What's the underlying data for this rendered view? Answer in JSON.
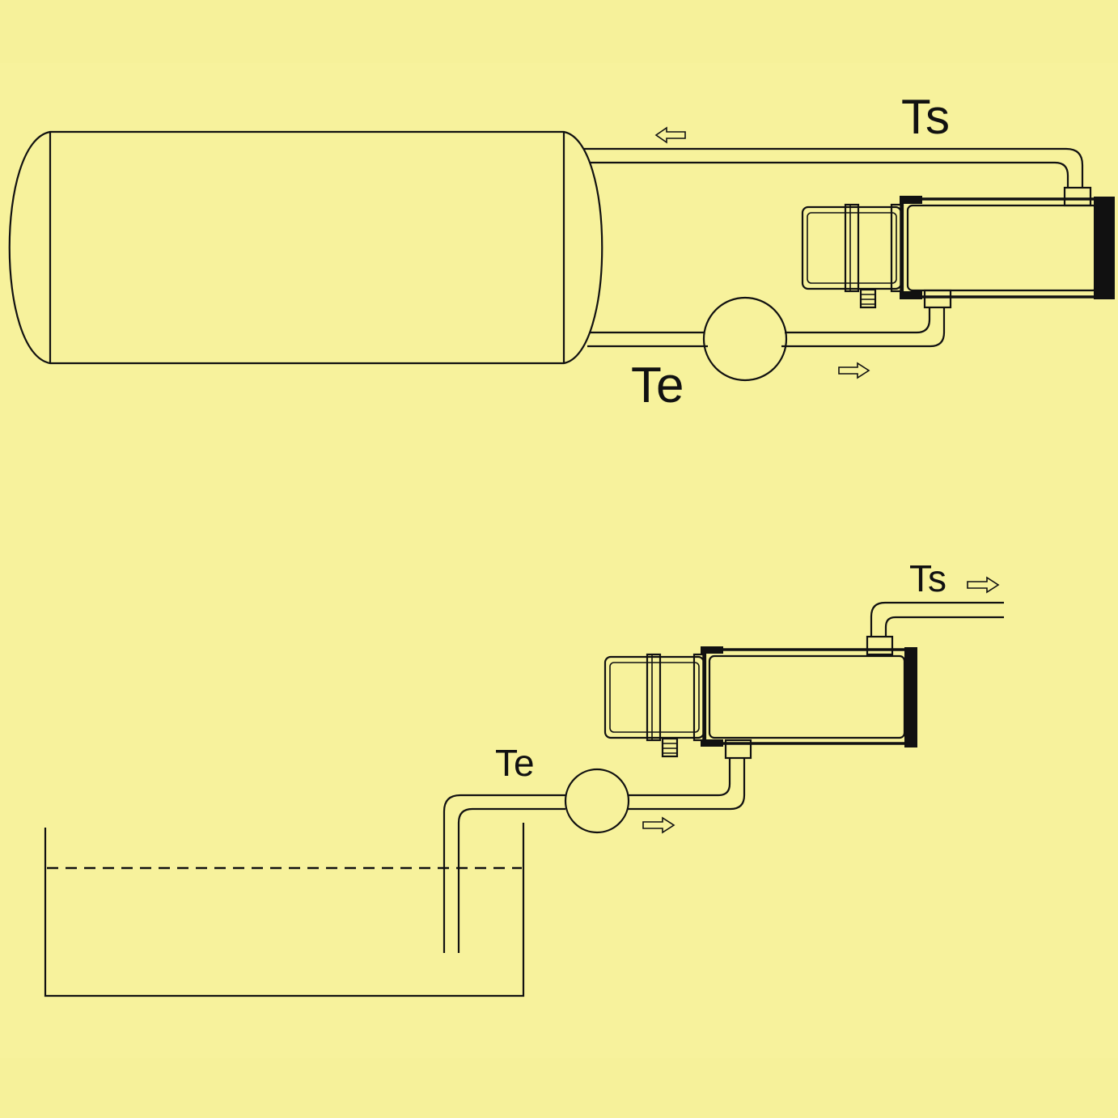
{
  "background_color": "#f6f19a",
  "line_color": "#111111",
  "top_diagram": {
    "outlet_label": "Ts",
    "inlet_label": "Te"
  },
  "bottom_diagram": {
    "outlet_label": "Ts",
    "inlet_label": "Te"
  }
}
